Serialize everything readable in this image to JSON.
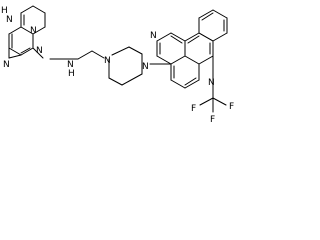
{
  "labels": {
    "purine_nh": "H",
    "purine_n9": "N",
    "purine_n1": "N",
    "purine_n3": "N",
    "purine_n7": "N",
    "amine_n": "N",
    "amine_h": "H",
    "pip_n1": "N",
    "pip_n4": "N",
    "naph_n6": "N",
    "naph_n1": "N",
    "cf3_f1": "F",
    "cf3_f2": "F",
    "cf3_f3": "F"
  },
  "colors": {
    "bond": "#000000",
    "text": "#000000",
    "background": "#ffffff"
  }
}
